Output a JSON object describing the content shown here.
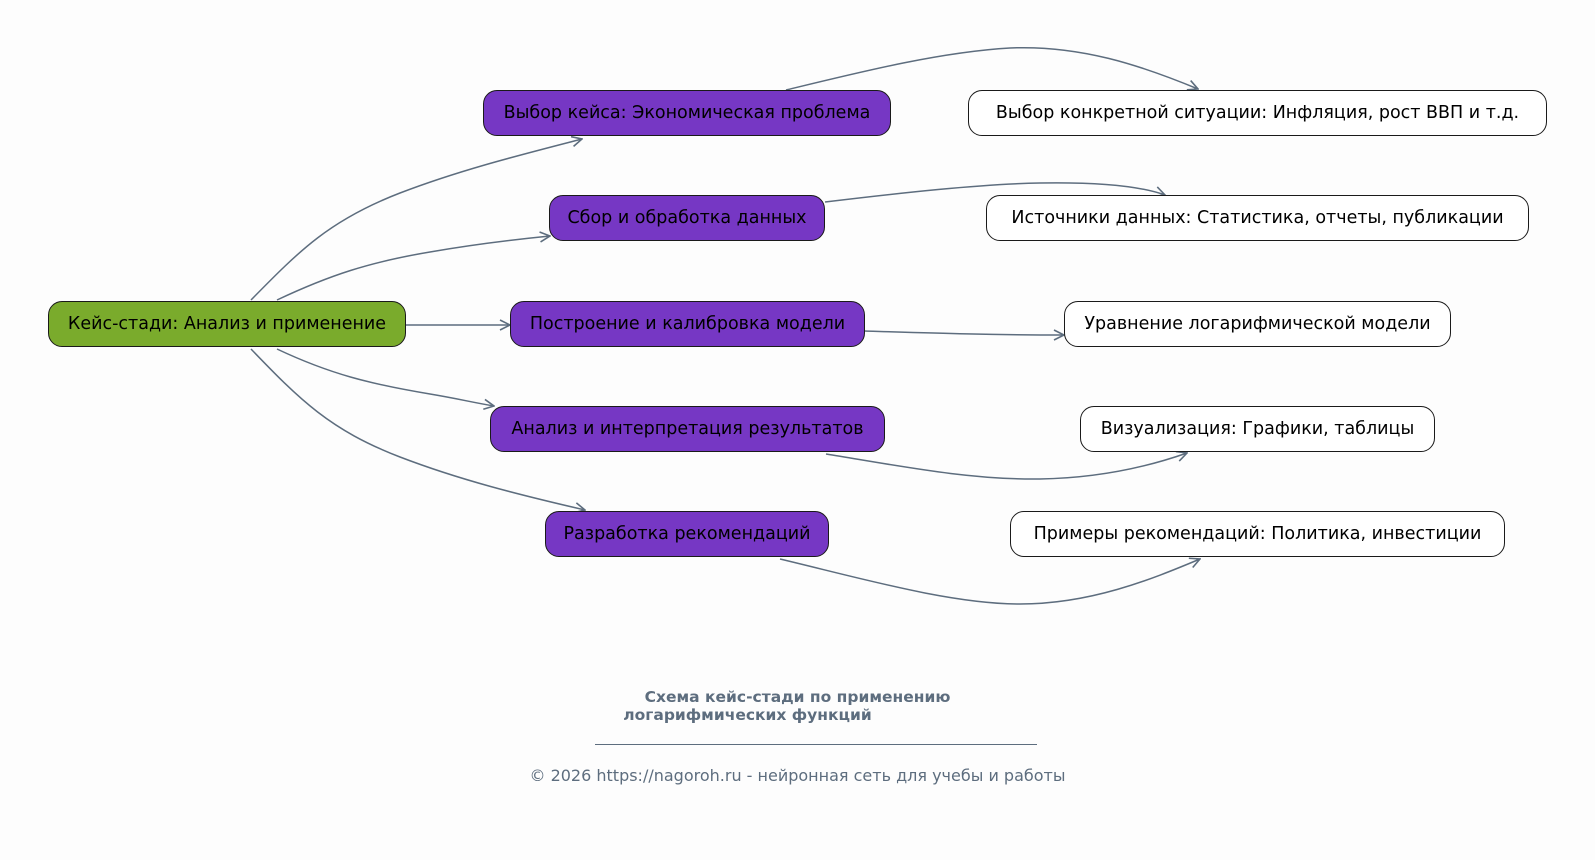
{
  "diagram": {
    "root": {
      "id": "root",
      "label": "Кейс-стади: Анализ и применение",
      "color": "#7aab2c"
    },
    "steps": [
      {
        "id": "s1",
        "label": "Выбор кейса: Экономическая проблема"
      },
      {
        "id": "s2",
        "label": "Сбор и обработка данных"
      },
      {
        "id": "s3",
        "label": "Построение и калибровка модели"
      },
      {
        "id": "s4",
        "label": "Анализ и интерпретация результатов"
      },
      {
        "id": "s5",
        "label": "Разработка рекомендаций"
      }
    ],
    "details": [
      {
        "id": "d1",
        "label": "Выбор конкретной ситуации: Инфляция, рост ВВП и т.д."
      },
      {
        "id": "d2",
        "label": "Источники данных: Статистика, отчеты, публикации"
      },
      {
        "id": "d3",
        "label": "Уравнение логарифмической модели"
      },
      {
        "id": "d4",
        "label": "Визуализация: Графики, таблицы"
      },
      {
        "id": "d5",
        "label": "Примеры рекомендаций: Политика, инвестиции"
      }
    ],
    "edges": [
      [
        "root",
        "s1"
      ],
      [
        "root",
        "s2"
      ],
      [
        "root",
        "s3"
      ],
      [
        "root",
        "s4"
      ],
      [
        "root",
        "s5"
      ],
      [
        "s1",
        "d1"
      ],
      [
        "s2",
        "d2"
      ],
      [
        "s3",
        "d3"
      ],
      [
        "s4",
        "d4"
      ],
      [
        "s5",
        "d5"
      ]
    ],
    "colors": {
      "step": "#7637c4",
      "detail": "#ffffff",
      "edge": "#5d6d7e"
    }
  },
  "caption": {
    "title_line1": "Схема кейс-стади по применению",
    "title_line2": "логарифмических функций",
    "footer": "© 2026 https://nagoroh.ru - нейронная сеть для учебы и работы"
  }
}
